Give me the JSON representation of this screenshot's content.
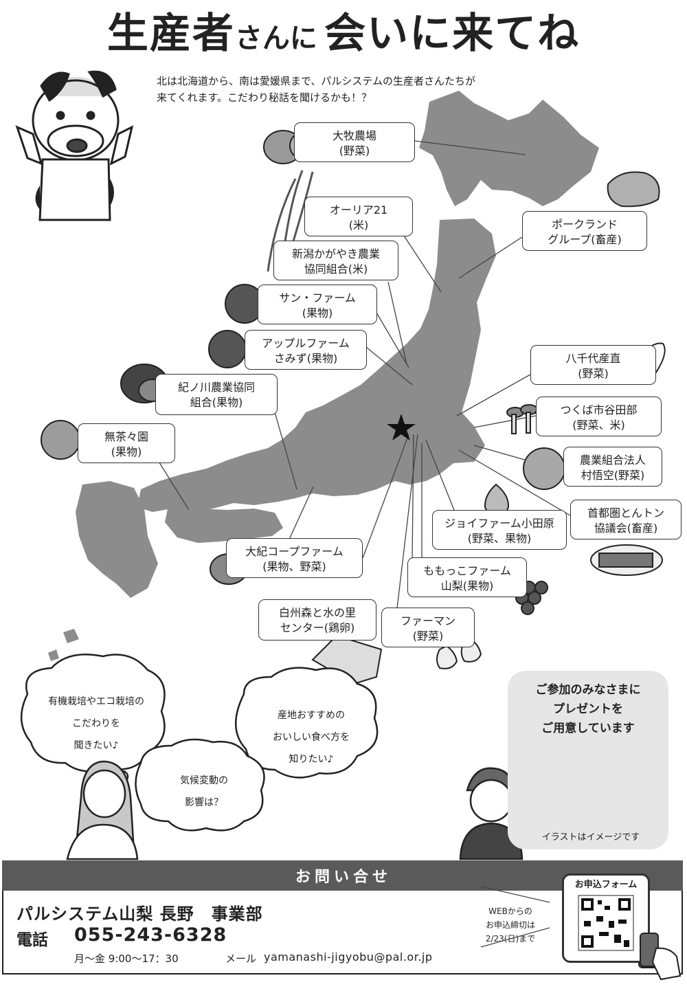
{
  "title": {
    "part1": "生産者",
    "part2": "さんに",
    "part3": "会いに来てね"
  },
  "intro": {
    "line1": "北は北海道から、南は愛媛県まで、パルシステムの生産者さんたちが",
    "line2": "来てくれます。こだわり秘話を聞けるかも！？"
  },
  "producers": [
    {
      "name": "大牧農場",
      "category": "(野菜)"
    },
    {
      "name": "オーリア21",
      "category": "(米)"
    },
    {
      "name": "新潟かがやき農業",
      "category": "協同組合(米)"
    },
    {
      "name": "サン・ファーム",
      "category": "(果物)"
    },
    {
      "name": "アップルファーム",
      "category": "さみず(果物)"
    },
    {
      "name": "紀ノ川農業協同",
      "category": "組合(果物)"
    },
    {
      "name": "無茶々園",
      "category": "(果物)"
    },
    {
      "name": "ポークランド",
      "category": "グループ(畜産)"
    },
    {
      "name": "八千代産直",
      "category": "(野菜)"
    },
    {
      "name": "つくば市谷田部",
      "category": "(野菜、米)"
    },
    {
      "name": "農業組合法人",
      "category": "村悟空(野菜)"
    },
    {
      "name": "首都圏とんトン",
      "category": "協議会(畜産)"
    },
    {
      "name": "ジョイファーム小田原",
      "category": "(野菜、果物)"
    },
    {
      "name": "大紀コープファーム",
      "category": "(果物、野菜)"
    },
    {
      "name": "ももっこファーム",
      "category": "山梨(果物)"
    },
    {
      "name": "白州森と水の里",
      "category": "センター(鶏卵)"
    },
    {
      "name": "ファーマン",
      "category": "(野菜)"
    }
  ],
  "bubbles": {
    "b1": {
      "l1": "有機栽培やエコ栽培の",
      "l2": "こだわりを",
      "l3": "聞きたい♪"
    },
    "b2": {
      "l1": "産地おすすめの",
      "l2": "おいしい食べ方を",
      "l3": "知りたい♪"
    },
    "b3": {
      "l1": "気候変動の",
      "l2": "影響は？"
    }
  },
  "present": {
    "l1": "ご参加のみなさまに",
    "l2": "プレゼントを",
    "l3": "ご用意しています",
    "note": "イラストはイメージです"
  },
  "contact": {
    "header": "お問い合せ",
    "org": "パルシステム山梨 長野　事業部",
    "tel_label": "電話",
    "tel": "055-243-6328",
    "hours": "月～金 9:00～17：30",
    "mail_label": "メール",
    "mail": "yamanashi-jigyobu@pal.or.jp",
    "deadline_l1": "WEBからの",
    "deadline_l2": "お申込締切は",
    "deadline_l3": "2/23(日)まで",
    "form_label": "お申込フォーム"
  },
  "colors": {
    "map": "#8c8c8c",
    "header_bg": "#5a5a5a",
    "present_bg": "#e6e6e6"
  }
}
